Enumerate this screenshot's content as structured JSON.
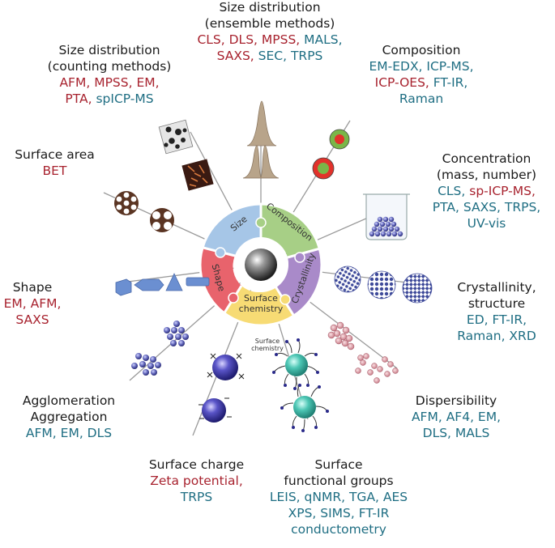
{
  "segments": {
    "size": "Size",
    "composition": "Composition",
    "crystallinity": "Crystallinity",
    "surface_chemistry_1": "Surface",
    "surface_chemistry_2": "chemistry",
    "shape": "Shape"
  },
  "annotation": {
    "line1": "Surface",
    "line2": "chemistry"
  },
  "properties": {
    "size_ensemble": {
      "title": [
        "Size distribution",
        "(ensemble methods)"
      ],
      "methods": [
        [
          {
            "t": "CLS, DLS, MPSS, ",
            "c": "r"
          },
          {
            "t": "MALS,",
            "c": "b"
          }
        ],
        [
          {
            "t": "SAXS, ",
            "c": "r"
          },
          {
            "t": "SEC, TRPS",
            "c": "b"
          }
        ]
      ]
    },
    "size_counting": {
      "title": [
        "Size distribution",
        "(counting methods)"
      ],
      "methods": [
        [
          {
            "t": "AFM, MPSS, EM,",
            "c": "r"
          }
        ],
        [
          {
            "t": "PTA, ",
            "c": "r"
          },
          {
            "t": "spICP-MS",
            "c": "b"
          }
        ]
      ]
    },
    "composition": {
      "title": [
        "Composition"
      ],
      "methods": [
        [
          {
            "t": "EM-EDX, ICP-MS,",
            "c": "b"
          }
        ],
        [
          {
            "t": "ICP-OES, ",
            "c": "r"
          },
          {
            "t": "FT-IR,",
            "c": "b"
          }
        ],
        [
          {
            "t": "Raman",
            "c": "b"
          }
        ]
      ]
    },
    "concentration": {
      "title": [
        "Concentration",
        "(mass, number)"
      ],
      "methods": [
        [
          {
            "t": "CLS, ",
            "c": "b"
          },
          {
            "t": "sp-ICP-MS,",
            "c": "r"
          }
        ],
        [
          {
            "t": "PTA, SAXS, TRPS,",
            "c": "b"
          }
        ],
        [
          {
            "t": "UV-vis",
            "c": "b"
          }
        ]
      ]
    },
    "surface_area": {
      "title": [
        "Surface area"
      ],
      "methods": [
        [
          {
            "t": "BET",
            "c": "r"
          }
        ]
      ]
    },
    "shape": {
      "title": [
        "Shape"
      ],
      "methods": [
        [
          {
            "t": "EM, AFM,",
            "c": "r"
          }
        ],
        [
          {
            "t": "SAXS",
            "c": "r"
          }
        ]
      ]
    },
    "crystallinity": {
      "title": [
        "Crystallinity,",
        "structure"
      ],
      "methods": [
        [
          {
            "t": "ED,  FT-IR,",
            "c": "b"
          }
        ],
        [
          {
            "t": "Raman, XRD",
            "c": "b"
          }
        ]
      ]
    },
    "agglomeration": {
      "title": [
        "Agglomeration",
        "Aggregation"
      ],
      "methods": [
        [
          {
            "t": "AFM, EM, DLS",
            "c": "b"
          }
        ]
      ]
    },
    "dispersibility": {
      "title": [
        "Dispersibility"
      ],
      "methods": [
        [
          {
            "t": "AFM, AF4, EM,",
            "c": "b"
          }
        ],
        [
          {
            "t": "DLS, MALS",
            "c": "b"
          }
        ]
      ]
    },
    "surface_charge": {
      "title": [
        "Surface charge"
      ],
      "methods": [
        [
          {
            "t": "Zeta potential,",
            "c": "r"
          }
        ],
        [
          {
            "t": "TRPS",
            "c": "b"
          }
        ]
      ]
    },
    "functional_groups": {
      "title": [
        "Surface",
        "functional groups"
      ],
      "methods": [
        [
          {
            "t": "LEIS, qNMR, TGA, AES",
            "c": "b"
          }
        ],
        [
          {
            "t": "XPS, SIMS, FT-IR",
            "c": "b"
          }
        ],
        [
          {
            "t": "conductometry",
            "c": "b"
          }
        ]
      ]
    }
  }
}
